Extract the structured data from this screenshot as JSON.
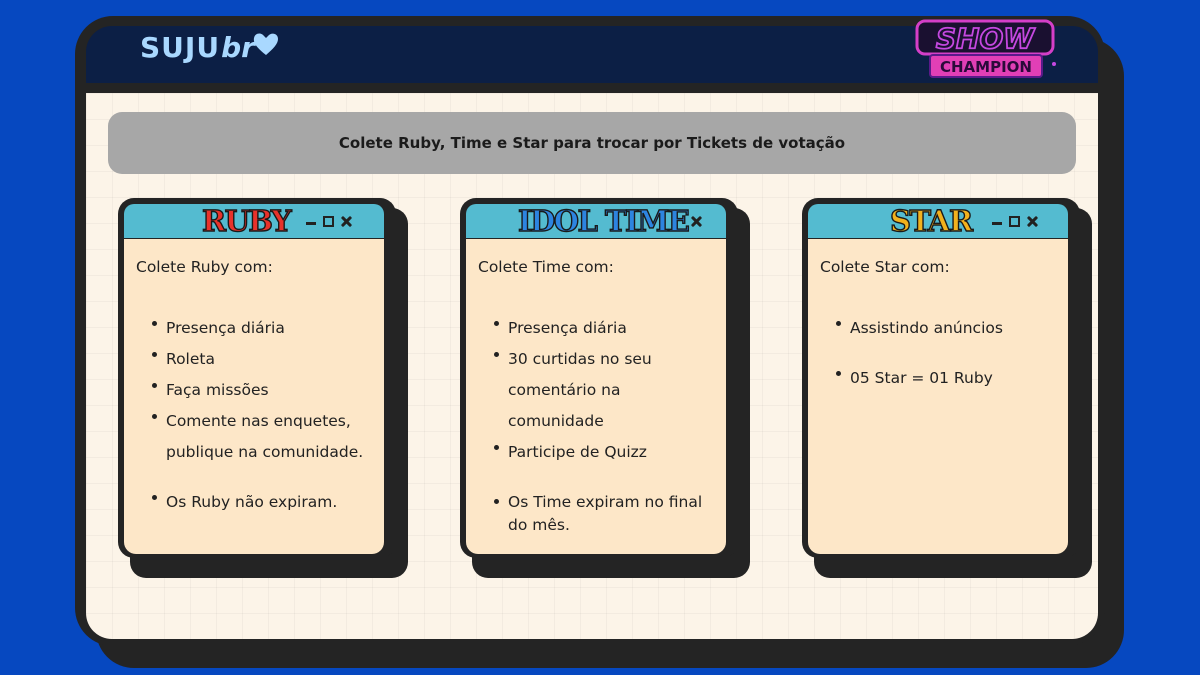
{
  "header": {
    "logo_left_main": "SUJU",
    "logo_left_suffix": "br",
    "logo_right_top": "SHOW",
    "logo_right_bottom": "CHAMPION"
  },
  "banner": {
    "text": "Colete Ruby, Time e Star para trocar por Tickets de votação"
  },
  "cards": [
    {
      "title": "RUBY",
      "title_color": "#e8322b",
      "heading": "Colete Ruby com:",
      "items": [
        "Presença diária",
        "Roleta",
        " Faça missões",
        "Comente nas enquetes, publique na comunidade.",
        "Os Ruby não expiram."
      ]
    },
    {
      "title": "IDOL TIME",
      "title_color": "#2d84e0",
      "heading": "Colete Time com:",
      "items": [
        "Presença diária",
        " 30 curtidas no seu comentário na comunidade",
        " Participe de Quizz",
        "Os Time expiram no final do mês."
      ]
    },
    {
      "title": "STAR",
      "title_color": "#f2b11d",
      "heading": "Colete Star com:",
      "items": [
        "Assistindo anúncios",
        "05 Star = 01 Ruby"
      ]
    }
  ],
  "colors": {
    "background": "#0648c0",
    "frame": "#242424",
    "header": "#0c1f45",
    "card_title_bar": "#54bbd0",
    "card_body": "#fde7c8",
    "banner": "#a7a7a7"
  }
}
